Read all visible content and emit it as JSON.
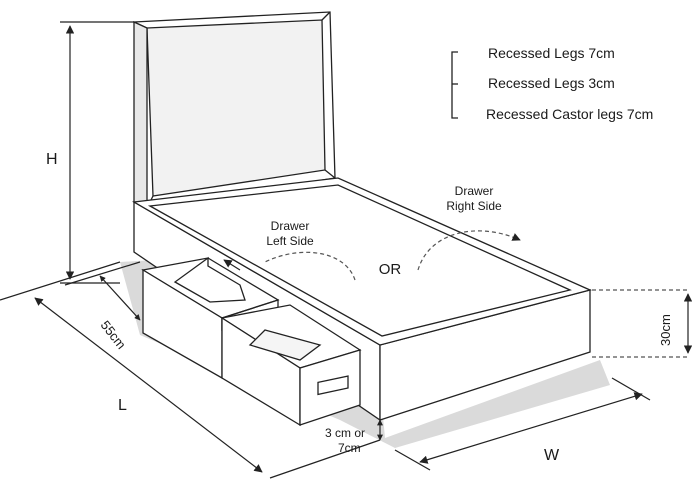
{
  "dimensions": {
    "height": "H",
    "length": "L",
    "width": "W",
    "drawer_depth": "55cm",
    "base_height": "30cm",
    "leg_height_line1": "3 cm or",
    "leg_height_line2": "7cm"
  },
  "legend": {
    "items": [
      {
        "label": "Recessed Legs 7cm"
      },
      {
        "label": "Recessed Legs 3cm"
      },
      {
        "label": "Recessed Castor legs 7cm"
      }
    ]
  },
  "drawers": {
    "left_line1": "Drawer",
    "left_line2": "Left Side",
    "right_line1": "Drawer",
    "right_line2": "Right Side",
    "or_label": "OR"
  },
  "colors": {
    "line": "#222222",
    "shadow": "#d0d0d0",
    "headboard_fill": "#f2f2f2",
    "dashed": "#555555"
  }
}
